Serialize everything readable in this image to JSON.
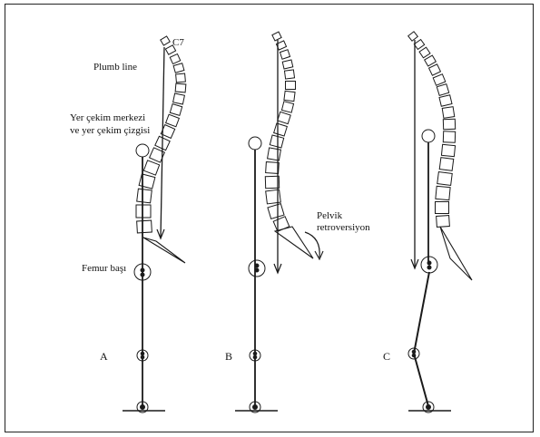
{
  "labels": {
    "c7": "C7",
    "plumb_line": "Plumb line",
    "center_gravity_line1": "Yer çekim merkezi",
    "center_gravity_line2": "ve yer çekim çizgisi",
    "femur_head": "Femur başı",
    "pelvic_line1": "Pelvik",
    "pelvic_line2": "retroversiyon"
  },
  "panels": [
    "A",
    "B",
    "C"
  ],
  "colors": {
    "ink": "#1a1a1a",
    "frame": "#222222"
  }
}
